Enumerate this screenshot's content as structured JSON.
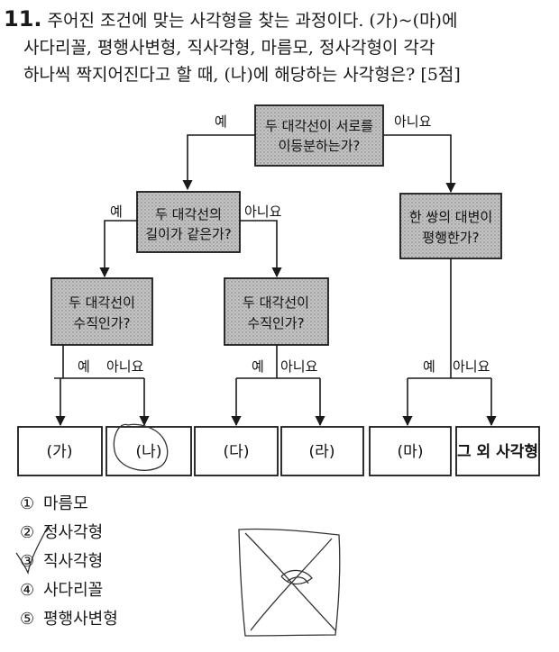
{
  "question": {
    "number": "11.",
    "lines": [
      "주어진 조건에 맞는 사각형을 찾는 과정이다. (가)~(마)에",
      "사다리꼴, 평행사변형, 직사각형, 마름모, 정사각형이 각각",
      "하나씩 짝지어진다고 할 때, (나)에 해당하는 사각형은? [5점]"
    ]
  },
  "diagram": {
    "root": "두 대각선이 서로를|이등분하는가?",
    "left_q": "두 대각선의|길이가 같은가?",
    "right_q": "한 쌍의 대변이|평행한가?",
    "ll_q": "두 대각선이|수직인가?",
    "lr_q": "두 대각선이|수직인가?",
    "yes": "예",
    "no": "아니요",
    "leaves": [
      "(가)",
      "(나)",
      "(다)",
      "(라)",
      "(마)",
      "그 외 사각형"
    ]
  },
  "choices": [
    {
      "mark": "①",
      "text": "마름모"
    },
    {
      "mark": "②",
      "text": "정사각형"
    },
    {
      "mark": "③",
      "text": "직사각형"
    },
    {
      "mark": "④",
      "text": "사다리꼴"
    },
    {
      "mark": "⑤",
      "text": "평행사변형"
    }
  ],
  "colors": {
    "ink": "#1a1a1a",
    "box_fill": "#bdbdbd"
  }
}
